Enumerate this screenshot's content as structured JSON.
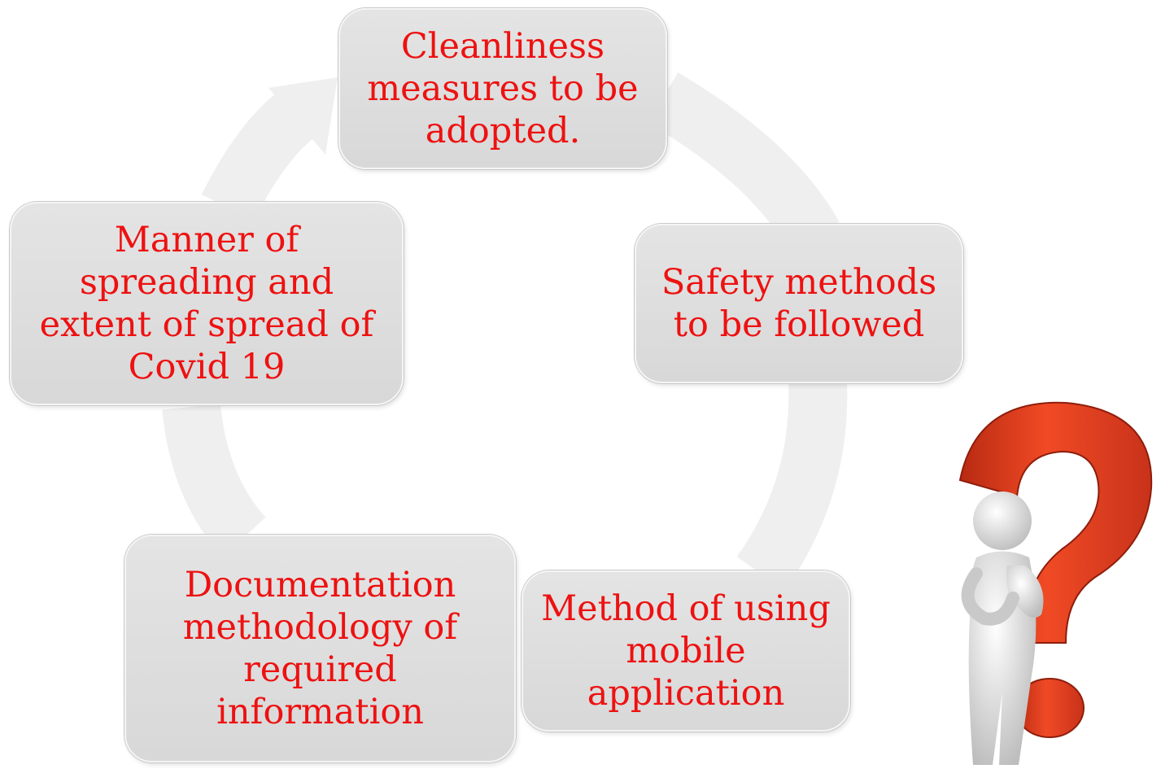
{
  "diagram": {
    "boxes": [
      {
        "id": "top",
        "label": "Cleanliness\nmeasures to be\nadopted."
      },
      {
        "id": "right",
        "label": "Safety methods\nto be followed"
      },
      {
        "id": "bottom_right",
        "label": "Method of using\nmobile\napplication"
      },
      {
        "id": "bottom_left",
        "label": "Documentation\nmethodology of\nrequired\ninformation"
      },
      {
        "id": "left",
        "label": "Manner of\nspreading  and\nextent of spread of\nCovid 19"
      }
    ],
    "colors": {
      "text": "#ee1111",
      "box_fill": "#dcdcdc",
      "ring": "#f0f0f0",
      "question_mark": "#e8401f"
    },
    "illustration": "person-with-question-mark-icon"
  }
}
